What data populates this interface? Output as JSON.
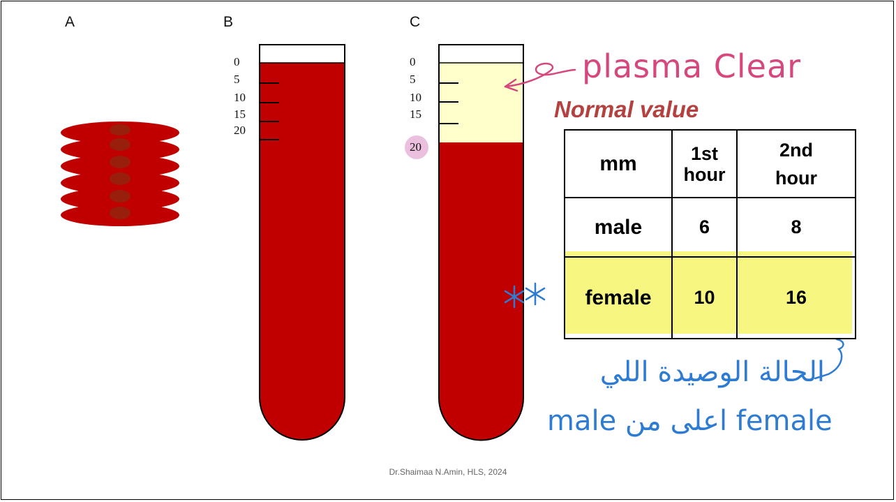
{
  "panels": {
    "a": "A",
    "b": "B",
    "c": "C"
  },
  "tube_scale": [
    "0",
    "5",
    "10",
    "15",
    "20"
  ],
  "annotations": {
    "plasma_note": "plasma Clear",
    "arabic_note": "الحالة الوصيدة اللي",
    "comparison_note": "male اعلى من female",
    "star_mark": "**"
  },
  "normal_value": {
    "title": "Normal value",
    "header": {
      "mm": "mm",
      "first": [
        "1st",
        "hour"
      ],
      "second": [
        "2nd",
        "hour"
      ]
    },
    "rows": [
      {
        "label": "male",
        "first": "6",
        "second": "8"
      },
      {
        "label": "female",
        "first": "10",
        "second": "16"
      }
    ]
  },
  "footer": "Dr.Shaimaa N.Amin, HLS, 2024",
  "colors": {
    "blood": "#c00000",
    "plasma": "#ffffcc",
    "highlight": "#f5f56a",
    "pen_pink": "#d6487d",
    "pen_blue": "#2e7bd3",
    "title_red": "#b4413f"
  }
}
